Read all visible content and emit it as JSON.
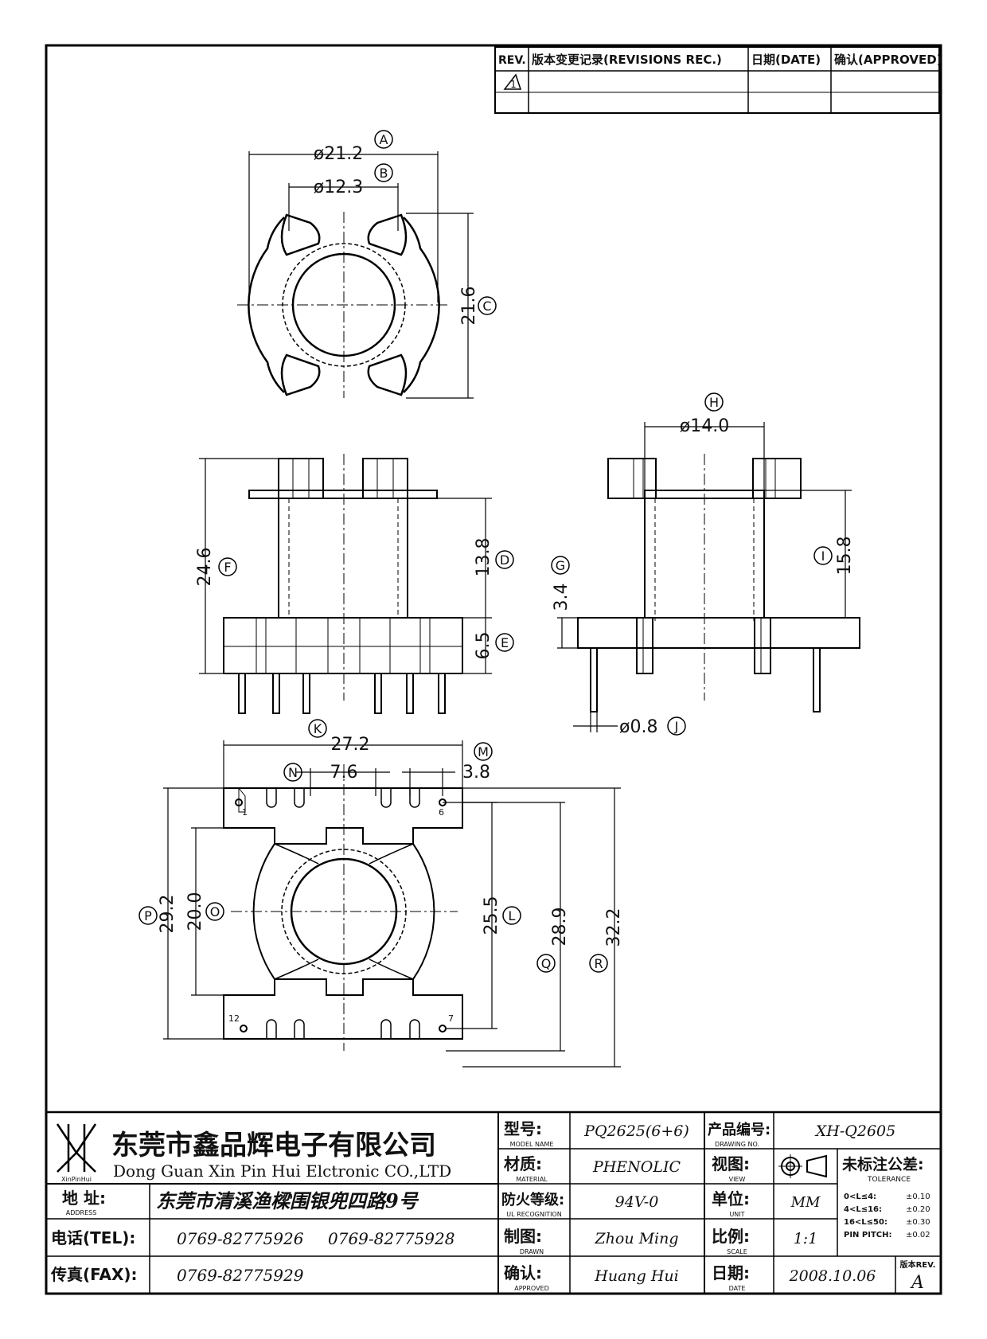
{
  "revisions": {
    "rev_header": "REV.",
    "record_header": "版本变更记录(REVISIONS REC.)",
    "date_header": "日期(DATE)",
    "approved_header": "确认(APPROVED)",
    "rev_symbol": "1"
  },
  "dimensions": {
    "A": {
      "letter": "A",
      "value": "ø21.2"
    },
    "B": {
      "letter": "B",
      "value": "ø12.3"
    },
    "C": {
      "letter": "C",
      "value": "21.6"
    },
    "D": {
      "letter": "D",
      "value": "13.8"
    },
    "E": {
      "letter": "E",
      "value": "6.5"
    },
    "F": {
      "letter": "F",
      "value": "24.6"
    },
    "G": {
      "letter": "G",
      "value": "3.4"
    },
    "H": {
      "letter": "H",
      "value": "ø14.0"
    },
    "I": {
      "letter": "I",
      "value": "15.8"
    },
    "J": {
      "letter": "J",
      "value": "ø0.8"
    },
    "K": {
      "letter": "K",
      "value": "27.2"
    },
    "L": {
      "letter": "L",
      "value": "25.5"
    },
    "M": {
      "letter": "M",
      "value": "3.8"
    },
    "N": {
      "letter": "N",
      "value": "7.6"
    },
    "O": {
      "letter": "O",
      "value": "20.0"
    },
    "P": {
      "letter": "P",
      "value": "29.2"
    },
    "Q": {
      "letter": "Q",
      "value": "28.9"
    },
    "R": {
      "letter": "R",
      "value": "32.2"
    }
  },
  "pin_labels": {
    "p1": "1",
    "p6": "6",
    "p7": "7",
    "p12": "12"
  },
  "company": {
    "name_cn": "东莞市鑫品辉电子有限公司",
    "name_en": "Dong Guan Xin Pin Hui Elctronic CO.,LTD",
    "logo_text": "XinPinHui",
    "address_label": "地 址:",
    "address_label_en": "ADDRESS",
    "address": "东莞市清溪渔樑围银兜四路9号",
    "tel_label": "电话(TEL):",
    "tel1": "0769-82775926",
    "tel2": "0769-82775928",
    "fax_label": "传真(FAX):",
    "fax": "0769-82775929"
  },
  "title_block": {
    "model_label": "型号:",
    "model_label_en": "MODEL NAME",
    "model": "PQ2625(6+6)",
    "material_label": "材质:",
    "material_label_en": "MATERIAL",
    "material": "PHENOLIC",
    "ul_label": "防火等级:",
    "ul_label_en": "UL RECOGNITION",
    "ul": "94V-0",
    "drawn_label": "制图:",
    "drawn_label_en": "DRAWN",
    "drawn": "Zhou Ming",
    "approved_label": "确认:",
    "approved_label_en": "APPROVED",
    "approved": "Huang Hui",
    "drawing_no_label": "产品编号:",
    "drawing_no_label_en": "DRAWING NO.",
    "drawing_no": "XH-Q2605",
    "view_label": "视图:",
    "view_label_en": "VIEW",
    "unit_label": "单位:",
    "unit_label_en": "UNIT",
    "unit": "MM",
    "scale_label": "比例:",
    "scale_label_en": "SCALE",
    "scale": "1:1",
    "date_label": "日期:",
    "date_label_en": "DATE",
    "date": "2008.10.06",
    "tolerance_label": "未标注公差:",
    "tolerance_label_en": "TOLERANCE",
    "tol_rows": [
      {
        "range": "0<L≤4:",
        "value": "±0.10"
      },
      {
        "range": "4<L≤16:",
        "value": "±0.20"
      },
      {
        "range": "16<L≤50:",
        "value": "±0.30"
      },
      {
        "range": "PIN PITCH:",
        "value": "±0.02"
      }
    ],
    "rev_label": "版本REV.",
    "rev": "A"
  }
}
